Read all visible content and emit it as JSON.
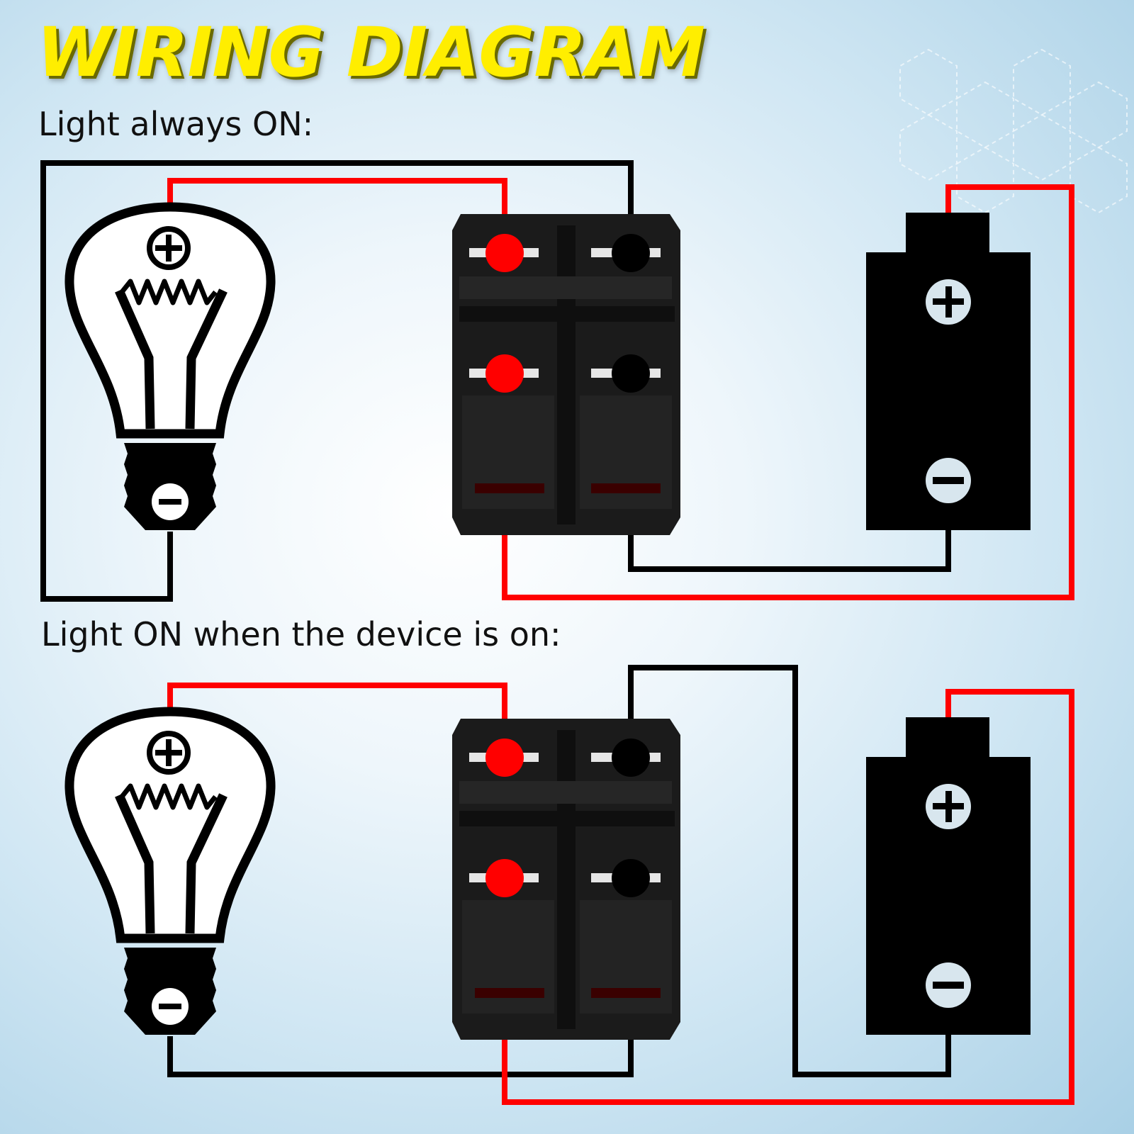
{
  "title": "WIRING DIAGRAM",
  "sections": [
    {
      "label": "Light always ON:"
    },
    {
      "label": "Light ON when the device is on:"
    }
  ],
  "components": {
    "bulb_plus_icon": "plus-icon",
    "bulb_minus_icon": "minus-icon",
    "battery_plus_icon": "plus-icon",
    "battery_minus_icon": "minus-icon"
  },
  "colors": {
    "title": "#ffee00",
    "wire_positive": "#ff0000",
    "wire_negative": "#000000",
    "switch_body": "#1c1c1c"
  }
}
